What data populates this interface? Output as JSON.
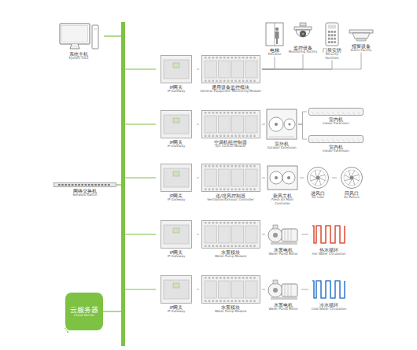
{
  "diagram": {
    "nodes": [
      {
        "text": [
          "系统主机",
          "System Host"
        ]
      },
      {
        "text": [
          "网络交换机",
          "Network Switch"
        ]
      },
      {
        "text": [
          "云服务器",
          "Cloud Server"
        ]
      },
      {
        "text": [
          "IP网关",
          "IP Gateway"
        ]
      },
      {
        "text": [
          "通用设备监控模块",
          "General Equipment Monitoring Module"
        ]
      },
      {
        "text": [
          "电梯",
          "Elevator"
        ]
      },
      {
        "text": [
          "监控设备",
          "Monitoring Facility"
        ]
      },
      {
        "text": [
          "门禁安防",
          "Security Facilities"
        ]
      },
      {
        "text": [
          "报警设备",
          "Alarm Facility"
        ]
      },
      {
        "text": [
          "IP网关",
          "IP Gateway"
        ]
      },
      {
        "text": [
          "空调机组控制器",
          "A/C Control Module"
        ]
      },
      {
        "text": [
          "室外机",
          "Outdoor Extension"
        ]
      },
      {
        "text": [
          "室内机",
          "Indoor Extension"
        ]
      },
      {
        "text": [
          "室内机",
          "Indoor Extension"
        ]
      },
      {
        "text": [
          "IP网关",
          "IP Gateway"
        ]
      },
      {
        "text": [
          "送/排风控制器",
          "Ventilation/Exhaust Controller"
        ]
      },
      {
        "text": [
          "新风主机",
          "Fresh Air Main Controller"
        ]
      },
      {
        "text": [
          "进风口",
          "Air Inlet"
        ]
      },
      {
        "text": [
          "回风口",
          "Air Return"
        ]
      },
      {
        "text": [
          "IP网关",
          "IP Gateway"
        ]
      },
      {
        "text": [
          "水泵模块",
          "Water Pump Module"
        ]
      },
      {
        "text": [
          "水泵电机",
          "Water Pump Motor"
        ]
      },
      {
        "text": [
          "热水循环",
          "Hot Water Circulation"
        ]
      },
      {
        "text": [
          "IP网关",
          "IP Gateway"
        ]
      },
      {
        "text": [
          "水泵模块",
          "Water Pump Module"
        ]
      },
      {
        "text": [
          "水泵电机",
          "Water Pump Motor"
        ]
      },
      {
        "text": [
          "冷水循环",
          "Cold Water Circulation"
        ]
      }
    ],
    "edges": [
      {
        "from": 3,
        "to": 4,
        "arrow": "none"
      },
      {
        "from": 4,
        "to": 5,
        "arrow": "none"
      },
      {
        "from": 4,
        "to": 6,
        "arrow": "none"
      },
      {
        "from": 4,
        "to": 7,
        "arrow": "none"
      },
      {
        "from": 4,
        "to": 8,
        "arrow": "none"
      },
      {
        "from": 9,
        "to": 10,
        "arrow": "none"
      },
      {
        "from": 10,
        "to": 11,
        "arrow": "none"
      },
      {
        "from": 11,
        "to": 12,
        "arrow": "none"
      },
      {
        "from": 11,
        "to": 13,
        "arrow": "none"
      },
      {
        "from": 14,
        "to": 15,
        "arrow": "none"
      },
      {
        "from": 15,
        "to": 16,
        "arrow": "none"
      },
      {
        "from": 16,
        "to": 17,
        "arrow": "none"
      },
      {
        "from": 17,
        "to": 18,
        "arrow": "none"
      },
      {
        "from": 19,
        "to": 20,
        "arrow": "none"
      },
      {
        "from": 20,
        "to": 21,
        "arrow": "none"
      },
      {
        "from": 21,
        "to": 22,
        "arrow": "none"
      },
      {
        "from": 23,
        "to": 24,
        "arrow": "none"
      },
      {
        "from": 24,
        "to": 25,
        "arrow": "none"
      },
      {
        "from": 25,
        "to": 26,
        "arrow": "none"
      }
    ]
  }
}
